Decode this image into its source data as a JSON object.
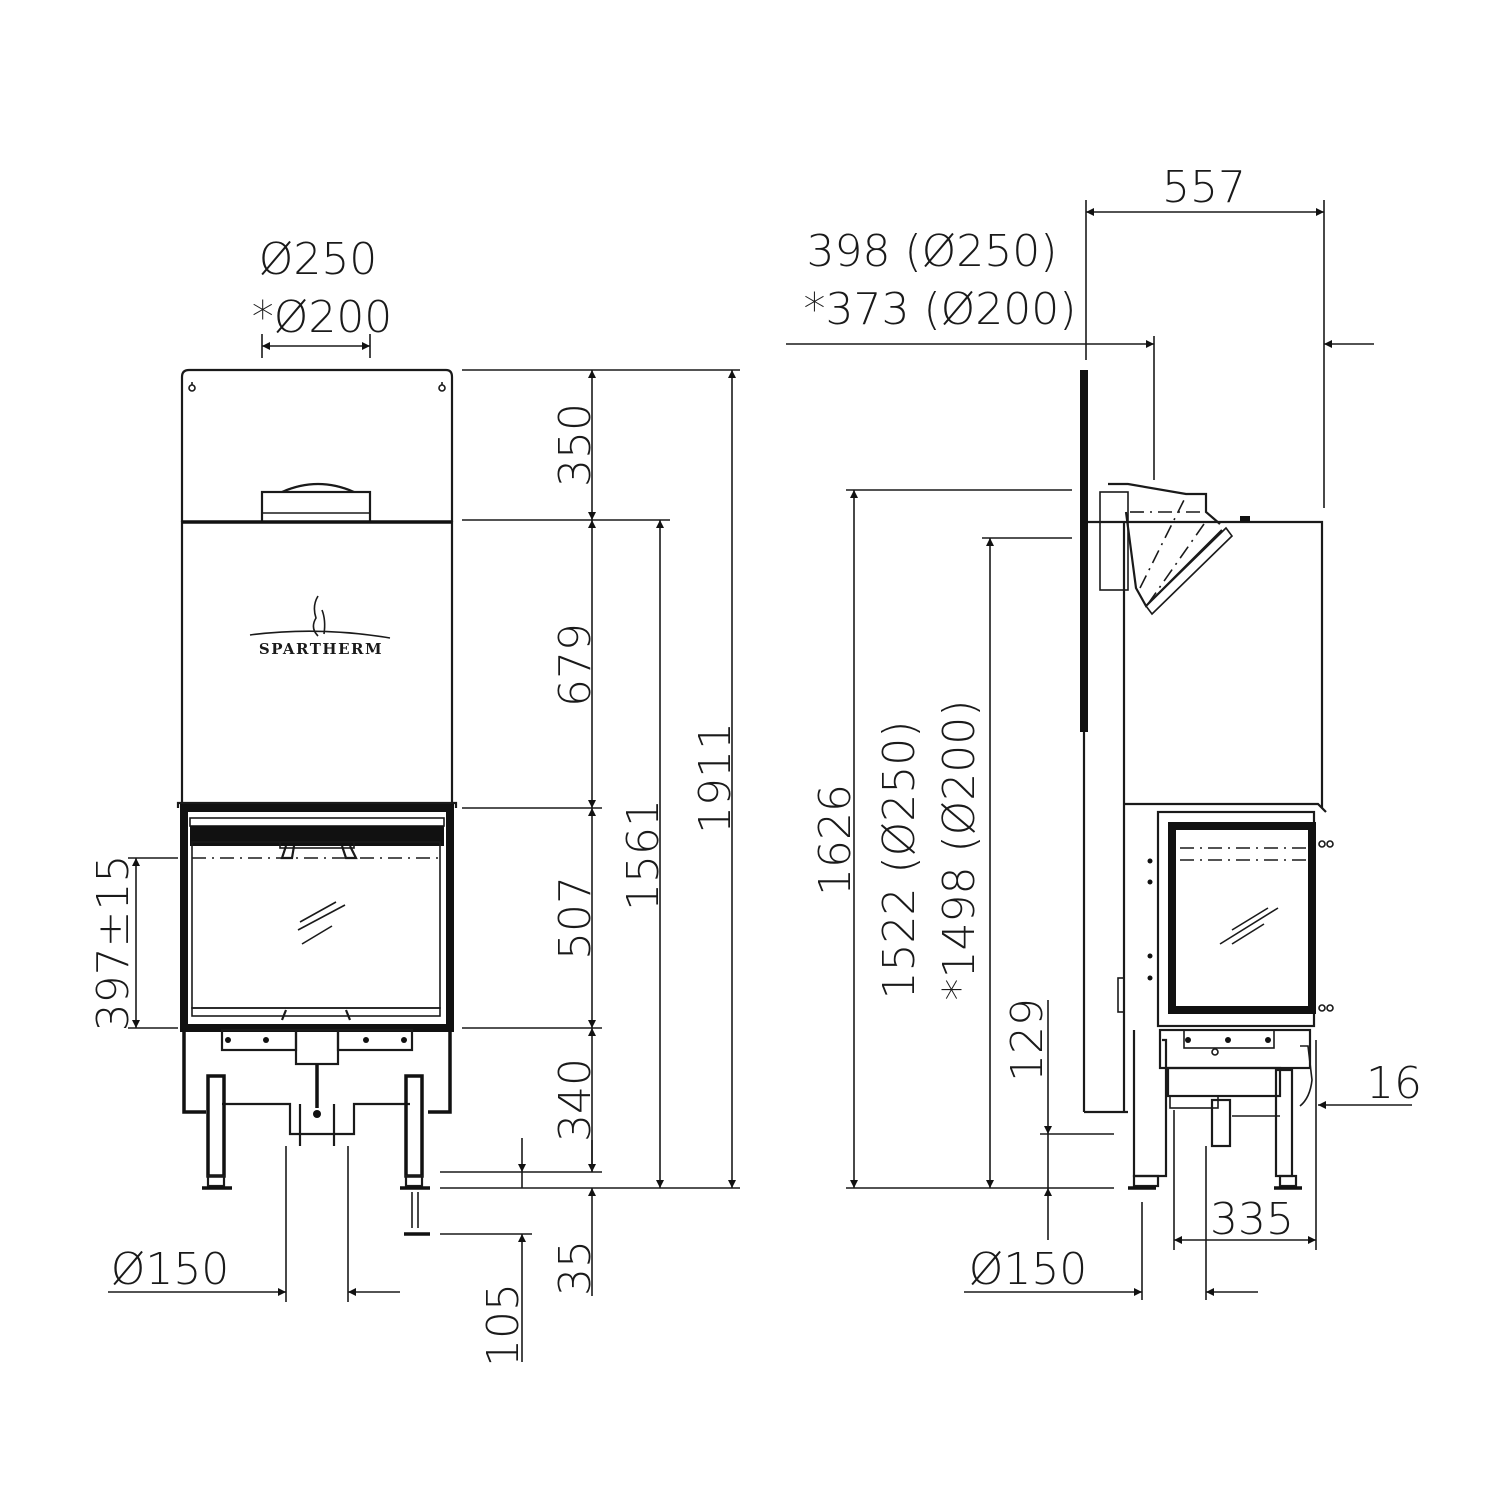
{
  "drawing": {
    "brand_logo": "SPARTHERM",
    "colors": {
      "line": "#1a1a1a",
      "background": "#ffffff"
    }
  },
  "front_view": {
    "flue_diameter_primary": "Ø250",
    "flue_diameter_alt": "*Ø200",
    "dim_top_section": "350",
    "dim_hood": "679",
    "dim_door": "507",
    "dim_base": "340",
    "dim_total_height": "1911",
    "dim_height_to_hood_top": "1561",
    "dim_glass_height": "397±15",
    "dim_foot_adjust": "35",
    "dim_foot_extension": "105",
    "air_inlet_diameter": "Ø150"
  },
  "side_view": {
    "dim_depth": "557",
    "dim_flue_offset_primary": "398 (Ø250)",
    "dim_flue_offset_alt": "*373 (Ø200)",
    "dim_height_total": "1626",
    "dim_flue_height_primary": "1522 (Ø250)",
    "dim_flue_height_alt": "*1498 (Ø200)",
    "dim_air_inlet_height": "129",
    "dim_side_clearance": "16",
    "dim_air_inlet_offset": "335",
    "air_inlet_diameter": "Ø150"
  }
}
